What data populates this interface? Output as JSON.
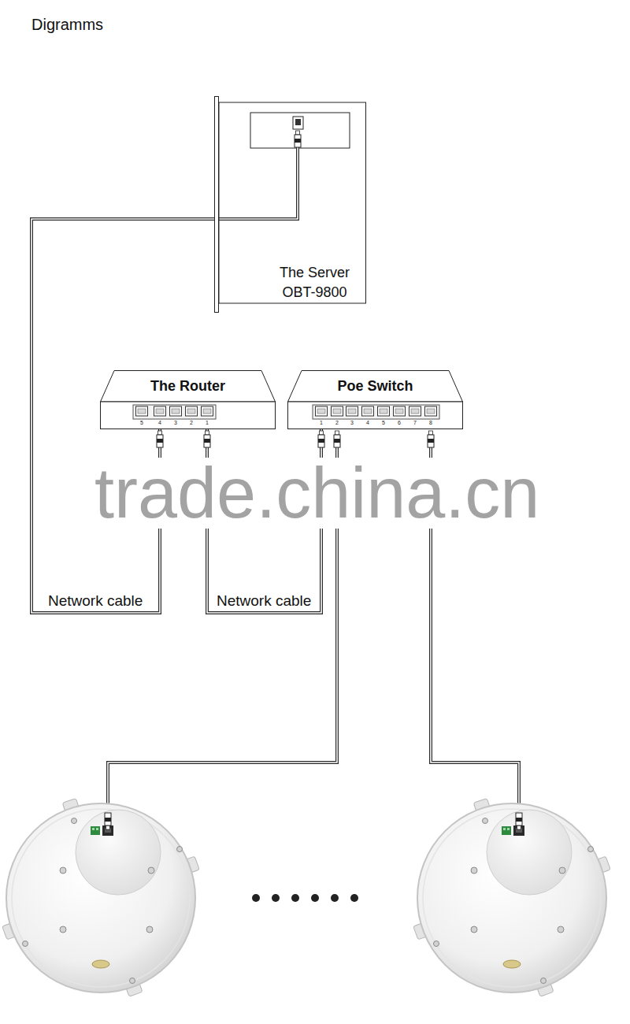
{
  "diagram": {
    "title": "Digramms",
    "nodes": [
      {
        "text": [
          "The Server",
          "OBT-9800"
        ]
      },
      {
        "text": [
          "The Router"
        ]
      },
      {
        "text": [
          "Poe Switch"
        ]
      }
    ],
    "edges": [
      {
        "from": 0,
        "to": 1,
        "arrow": "none",
        "label": "Network cable"
      },
      {
        "from": 1,
        "to": 2,
        "arrow": "none",
        "label": "Network cable"
      }
    ],
    "labels": [
      "5",
      "4",
      "3",
      "2",
      "1",
      "1",
      "2",
      "3",
      "4",
      "5",
      "6",
      "7",
      "8",
      "trade.china.cn"
    ]
  }
}
